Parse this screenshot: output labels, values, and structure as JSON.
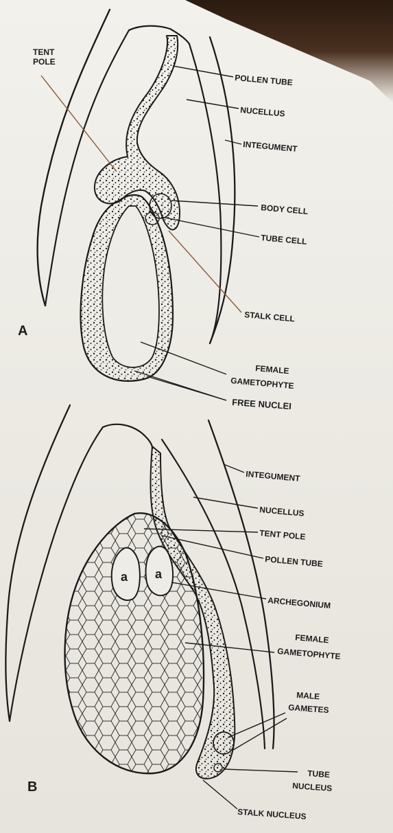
{
  "figure_a": {
    "letter": "A",
    "labels": {
      "tent_pole_1": "TENT",
      "tent_pole_2": "POLE",
      "pollen_tube": "POLLEN TUBE",
      "nucellus": "NUCELLUS",
      "integument": "INTEGUMENT",
      "body_cell": "BODY CELL",
      "tube_cell": "TUBE CELL",
      "stalk_cell": "STALK CELL",
      "female_gametophyte_1": "FEMALE",
      "female_gametophyte_2": "GAMETOPHYTE",
      "free_nuclei": "FREE NUCLEI"
    }
  },
  "figure_b": {
    "letter": "B",
    "archegonium_mark": "a",
    "labels": {
      "integument": "INTEGUMENT",
      "nucellus": "NUCELLUS",
      "tent_pole": "TENT POLE",
      "pollen_tube": "POLLEN TUBE",
      "archegonium": "ARCHEGONIUM",
      "female_gametophyte_1": "FEMALE",
      "female_gametophyte_2": "GAMETOPHYTE",
      "male_gametes_1": "MALE",
      "male_gametes_2": "GAMETES",
      "tube_nucleus_1": "TUBE",
      "tube_nucleus_2": "NUCLEUS",
      "stalk_nucleus": "STALK NUCLEUS"
    }
  },
  "colors": {
    "ink": "#1b1b1b",
    "paper": "#eeece6",
    "dark_shadow": "#3a2a1c",
    "leader_brown": "#8a5a3a"
  }
}
